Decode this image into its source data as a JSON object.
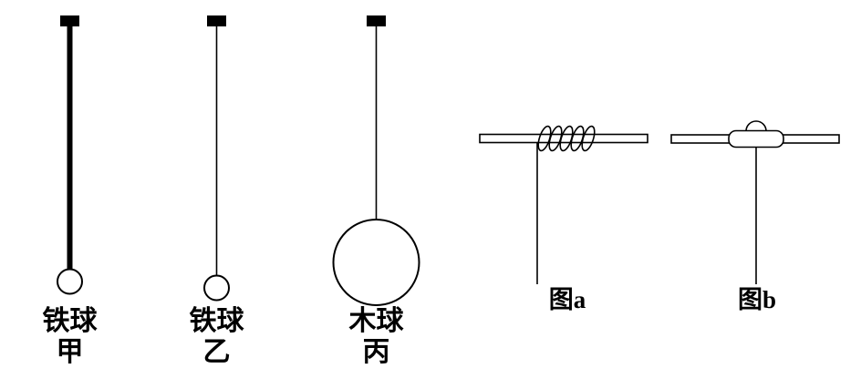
{
  "colors": {
    "ink": "#000000",
    "background": "#ffffff"
  },
  "pendulums": [
    {
      "material": "铁球",
      "label": "甲",
      "suspension": "thick-rod",
      "ball": "small"
    },
    {
      "material": "铁球",
      "label": "乙",
      "suspension": "thin-string",
      "ball": "small"
    },
    {
      "material": "木球",
      "label": "丙",
      "suspension": "thin-string",
      "ball": "large"
    }
  ],
  "figures": [
    {
      "label": "图a",
      "feature": "coil-wrapped-around-rod"
    },
    {
      "label": "图b",
      "feature": "clamp-with-dome-on-rod"
    }
  ]
}
